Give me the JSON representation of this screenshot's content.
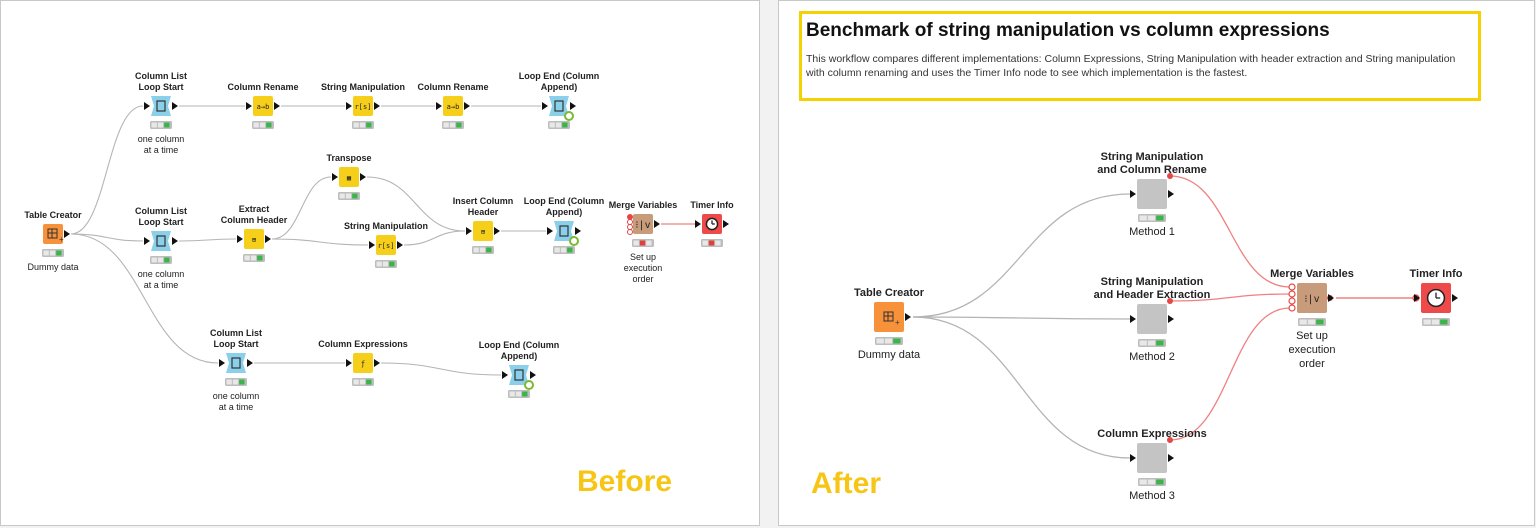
{
  "before": {
    "label": "Before",
    "nodes": [
      {
        "id": "b-table-creator",
        "kind": "source",
        "title": [
          "Table Creator"
        ],
        "caption": [
          "Dummy data"
        ],
        "status": "green"
      },
      {
        "id": "b-loop-start-1",
        "kind": "loopstart",
        "title": [
          "Column List",
          "Loop Start"
        ],
        "caption": [
          "one column",
          "at a time"
        ],
        "status": "green"
      },
      {
        "id": "b-rename-1",
        "kind": "manip",
        "glyph": "a→b",
        "title": [
          "Column Rename"
        ],
        "caption": [],
        "status": "green"
      },
      {
        "id": "b-string-manip-1",
        "kind": "manip",
        "glyph": "r[s]",
        "title": [
          "String Manipulation"
        ],
        "caption": [],
        "status": "green"
      },
      {
        "id": "b-rename-2",
        "kind": "manip",
        "glyph": "a→b",
        "title": [
          "Column Rename"
        ],
        "caption": [],
        "status": "green"
      },
      {
        "id": "b-loop-end-1",
        "kind": "loopend",
        "title": [
          "Loop End (Column",
          "Append)"
        ],
        "caption": [],
        "status": "green"
      },
      {
        "id": "b-loop-start-2",
        "kind": "loopstart",
        "title": [
          "Column List",
          "Loop Start"
        ],
        "caption": [
          "one column",
          "at a time"
        ],
        "status": "green"
      },
      {
        "id": "b-extract-header",
        "kind": "manip",
        "glyph": "⊞",
        "title": [
          "Extract",
          "Column Header"
        ],
        "caption": [],
        "status": "green"
      },
      {
        "id": "b-transpose",
        "kind": "manip",
        "glyph": "▦",
        "title": [
          "Transpose"
        ],
        "caption": [],
        "status": "green"
      },
      {
        "id": "b-string-manip-2",
        "kind": "manip",
        "glyph": "r[s]",
        "title": [
          "String Manipulation"
        ],
        "caption": [],
        "status": "green"
      },
      {
        "id": "b-insert-header",
        "kind": "manip",
        "glyph": "⊞",
        "title": [
          "Insert Column",
          "Header"
        ],
        "caption": [],
        "status": "green"
      },
      {
        "id": "b-loop-end-2",
        "kind": "loopend",
        "title": [
          "Loop End (Column",
          "Append)"
        ],
        "caption": [],
        "status": "green"
      },
      {
        "id": "b-merge-vars",
        "kind": "merge",
        "title": [
          "Merge Variables"
        ],
        "caption": [
          "Set up",
          "execution",
          "order"
        ],
        "status": "red"
      },
      {
        "id": "b-timer",
        "kind": "timer",
        "title": [
          "Timer Info"
        ],
        "caption": [],
        "status": "red"
      },
      {
        "id": "b-loop-start-3",
        "kind": "loopstart",
        "title": [
          "Column List",
          "Loop Start"
        ],
        "caption": [
          "one column",
          "at a time"
        ],
        "status": "green"
      },
      {
        "id": "b-col-expr",
        "kind": "manip",
        "glyph": "ƒ",
        "title": [
          "Column Expressions"
        ],
        "caption": [],
        "status": "green"
      },
      {
        "id": "b-loop-end-3",
        "kind": "loopend",
        "title": [
          "Loop End (Column",
          "Append)"
        ],
        "caption": [],
        "status": "green"
      }
    ]
  },
  "after": {
    "label": "After",
    "annotation": {
      "title": "Benchmark of string manipulation vs column expressions",
      "text": "This workflow compares different implementations: Column Expressions, String Manipulation with header extraction and String manipulation with column renaming and uses the Timer Info node to see which implementation is the fastest."
    },
    "nodes": [
      {
        "id": "a-table-creator",
        "kind": "source",
        "title": [
          "Table Creator"
        ],
        "caption": [
          "Dummy data"
        ],
        "status": "green"
      },
      {
        "id": "a-method-1",
        "kind": "meta",
        "title": [
          "String Manipulation",
          "and Column Rename"
        ],
        "caption": [
          "Method 1"
        ],
        "status": "green"
      },
      {
        "id": "a-method-2",
        "kind": "meta",
        "title": [
          "String Manipulation",
          "and Header Extraction"
        ],
        "caption": [
          "Method 2"
        ],
        "status": "green"
      },
      {
        "id": "a-method-3",
        "kind": "meta",
        "title": [
          "Column Expressions"
        ],
        "caption": [
          "Method 3"
        ],
        "status": "green"
      },
      {
        "id": "a-merge-vars",
        "kind": "merge",
        "title": [
          "Merge Variables"
        ],
        "caption": [
          "Set up",
          "execution",
          "order"
        ],
        "status": "green"
      },
      {
        "id": "a-timer",
        "kind": "timer",
        "title": [
          "Timer Info"
        ],
        "caption": [],
        "status": "green"
      }
    ]
  },
  "colors": {
    "source": "#f7913a",
    "loopstart": "#8bd0ea",
    "loopend": "#8bd0ea",
    "manip": "#f6cf1a",
    "merge": "#c89b7b",
    "timer": "#ef4a4a",
    "meta": "#c4c4c4",
    "data_edge": "#b4b4b4",
    "flow_edge": "#f08080",
    "annotation_border": "#f4d100",
    "label": "#f7c514"
  }
}
